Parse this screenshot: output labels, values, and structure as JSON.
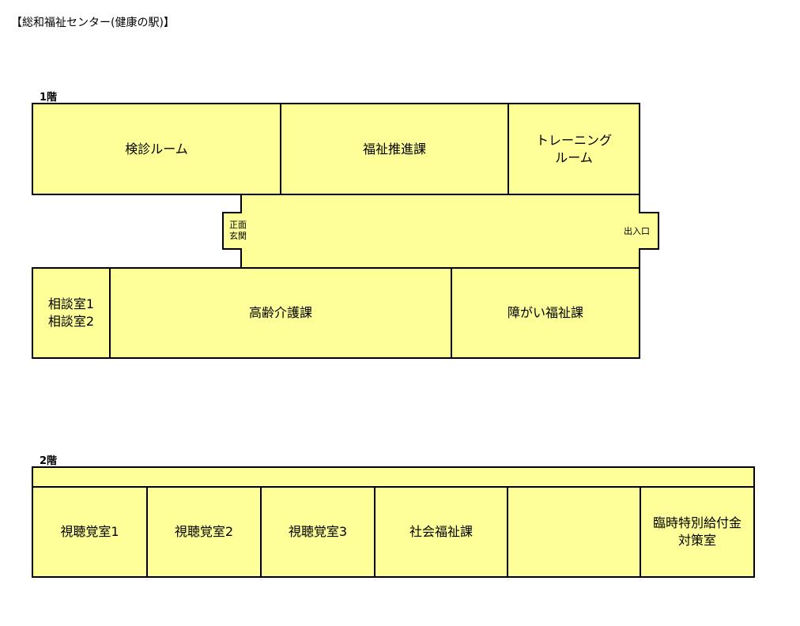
{
  "title": "【総和福祉センター(健康の駅)】",
  "colors": {
    "room_fill": "#ffff99",
    "border": "#000000",
    "background": "#ffffff"
  },
  "floor1": {
    "label": "1階",
    "rooms": {
      "kenshin": "検診ルーム",
      "fukushi_suishin": "福祉推進課",
      "training": "トレーニング\nルーム",
      "soudan": "相談室1\n相談室2",
      "kourei": "高齢介護課",
      "shougai": "障がい福祉課"
    },
    "entrances": {
      "front": "正面\n玄関",
      "exit": "出入口"
    }
  },
  "floor2": {
    "label": "2階",
    "rooms": {
      "shichou1": "視聴覚室1",
      "shichou2": "視聴覚室2",
      "shichou3": "視聴覚室3",
      "shakai": "社会福祉課",
      "blank": "",
      "rinji": "臨時特別給付金\n対策室"
    }
  }
}
